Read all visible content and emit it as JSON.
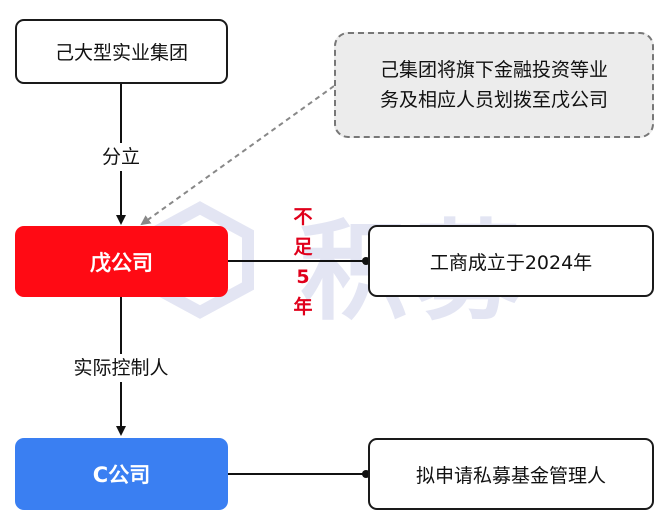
{
  "watermark": "积募",
  "nodes": {
    "parent": "己大型实业集团",
    "note": [
      "己集团将旗下金融投资等业",
      "务及相应人员划拨至戊公司"
    ],
    "wu": "戊公司",
    "established": "工商成立于2024年",
    "c": "C公司",
    "plan": "拟申请私募基金管理人"
  },
  "edges": {
    "split_label": "分立",
    "control_label": "实际控制人",
    "warning_chars": [
      "不",
      "足",
      "5",
      "年"
    ]
  },
  "colors": {
    "wu_fill": "#ff0a14",
    "c_fill": "#3a7ff2",
    "warning": "#e0001b"
  }
}
